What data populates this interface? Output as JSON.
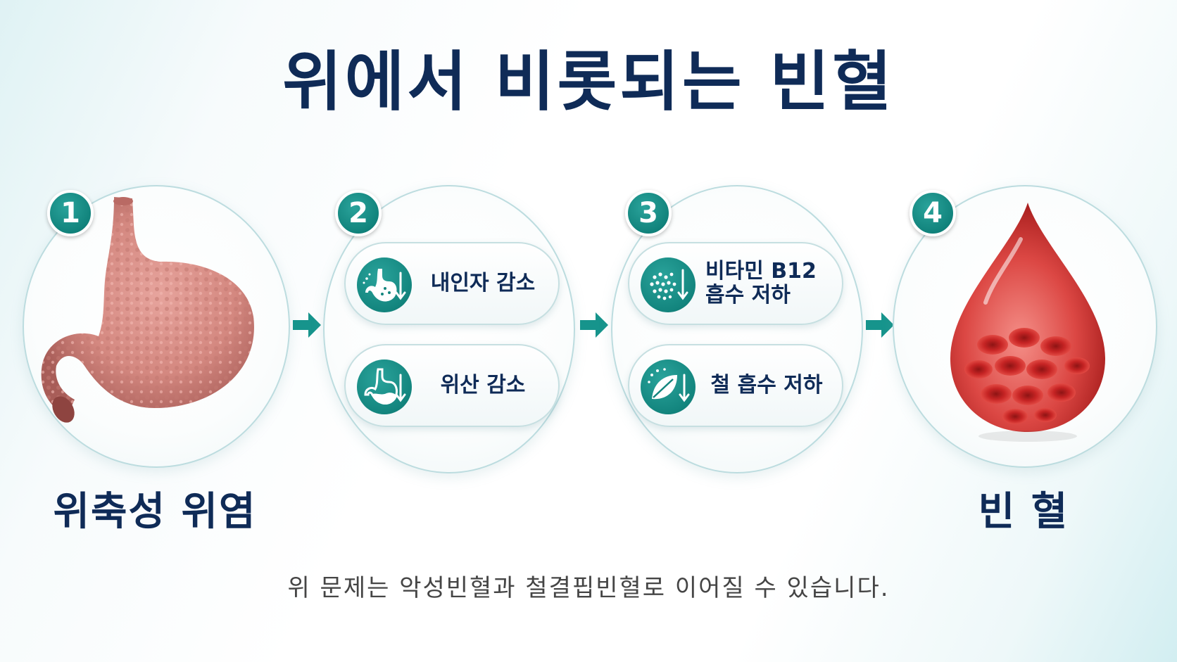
{
  "title": "위에서 비롯되는 빈혈",
  "steps": [
    {
      "number": "1",
      "label": "위축성 위염"
    },
    {
      "number": "2",
      "items": [
        {
          "icon": "stomach-factor-down-icon",
          "text_line1": "내인자 감소",
          "text_line2": ""
        },
        {
          "icon": "stomach-acid-down-icon",
          "text_line1": "위산 감소",
          "text_line2": ""
        }
      ]
    },
    {
      "number": "3",
      "items": [
        {
          "icon": "particles-down-icon",
          "text_line1": "비타민 B12",
          "text_line2": "흡수 저하"
        },
        {
          "icon": "leaf-down-icon",
          "text_line1": "철 흡수 저하",
          "text_line2": ""
        }
      ]
    },
    {
      "number": "4",
      "label": "빈 혈"
    }
  ],
  "footnote": "위 문제는 악성빈혈과 철결핍빈혈로 이어질 수 있습니다.",
  "colors": {
    "title": "#0f2b57",
    "teal": "#13857e",
    "stomach": "#d98b84",
    "blood": "#c91f1f"
  }
}
